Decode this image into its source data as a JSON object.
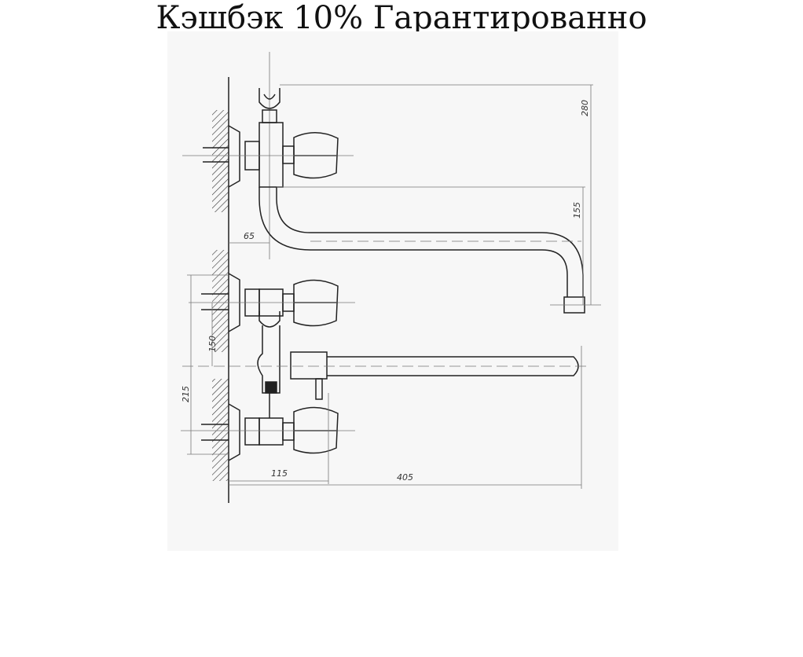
{
  "banner": {
    "text": "Кэшбэк 10% Гарантированно"
  },
  "diagram": {
    "dimensions": {
      "dim_280": "280",
      "dim_155": "155",
      "dim_65": "65",
      "dim_150": "150",
      "dim_215": "215",
      "dim_115": "115",
      "dim_405": "405"
    }
  },
  "colors": {
    "line": "#222222",
    "thin_line": "#777777",
    "panel": "#f7f7f7"
  },
  "icons": [
    "faucet-drawing"
  ]
}
